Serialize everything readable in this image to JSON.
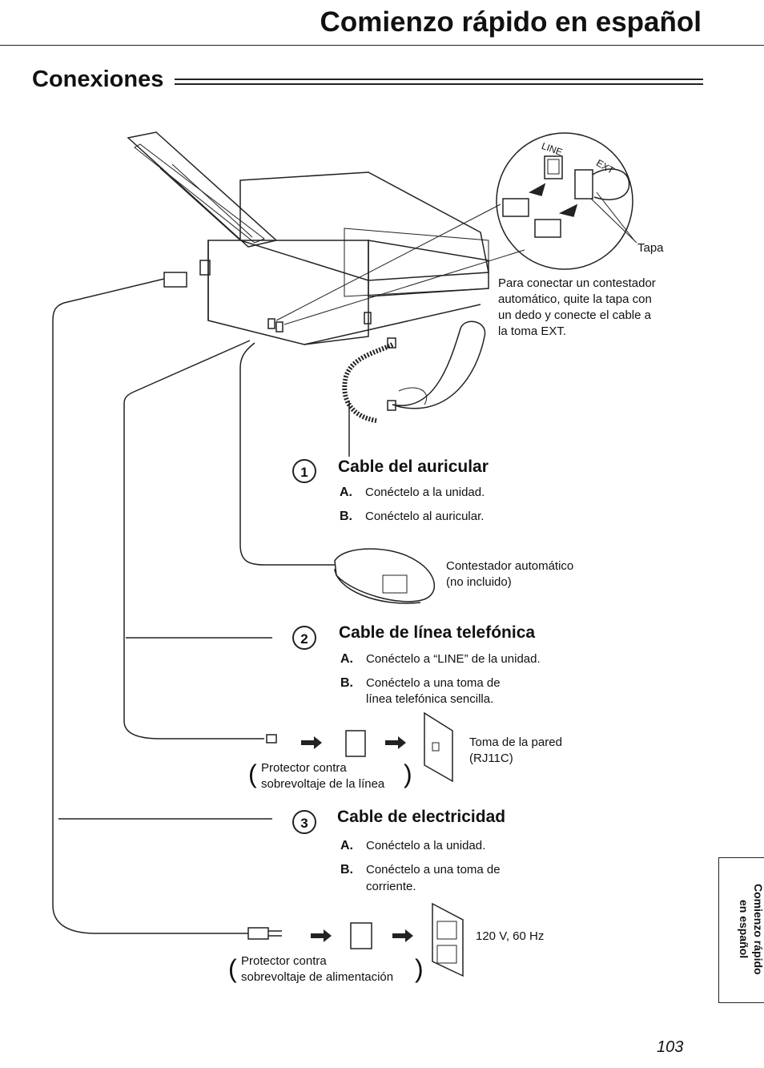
{
  "header": {
    "title": "Comienzo rápido en español"
  },
  "section": {
    "title": "Conexiones"
  },
  "figure": {
    "tapa_label": "Tapa",
    "line_label": "LINE",
    "ext_label": "EXT",
    "ext_note": [
      "Para conectar un contestador",
      "automático, quite la tapa con",
      "un dedo y conecte el cable a",
      "la toma EXT."
    ],
    "answering_machine": [
      "Contestador automático",
      "(no incluido)"
    ],
    "surge_line": [
      "Protector contra",
      "sobrevoltaje de la línea"
    ],
    "wall_jack": [
      "Toma de la pared",
      "(RJ11C)"
    ],
    "surge_power": [
      "Protector contra",
      "sobrevoltaje de alimentación"
    ],
    "power_spec": "120 V, 60 Hz"
  },
  "items": [
    {
      "number": "1",
      "title": "Cable del auricular",
      "steps": [
        {
          "letter": "A.",
          "text": "Conéctelo a la unidad."
        },
        {
          "letter": "B.",
          "text": "Conéctelo al auricular."
        }
      ]
    },
    {
      "number": "2",
      "title": "Cable de línea telefónica",
      "steps": [
        {
          "letter": "A.",
          "text": "Conéctelo a “LINE” de la unidad."
        },
        {
          "letter": "B.",
          "text": "Conéctelo a una toma de",
          "text2": "línea telefónica sencilla."
        }
      ]
    },
    {
      "number": "3",
      "title": "Cable de electricidad",
      "steps": [
        {
          "letter": "A.",
          "text": "Conéctelo a la unidad."
        },
        {
          "letter": "B.",
          "text": "Conéctelo a una toma de",
          "text2": "corriente."
        }
      ]
    }
  ],
  "side_tab": [
    "Comienzo rápido",
    "en español"
  ],
  "page_number": "103"
}
